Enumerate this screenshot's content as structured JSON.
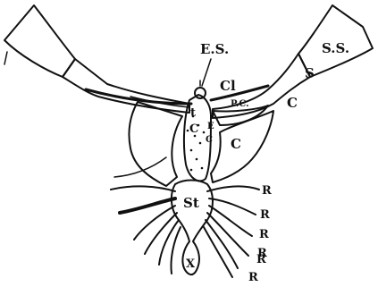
{
  "labels": {
    "es": "E.S.",
    "ss": "S.S.",
    "s": "S",
    "cl": "Cl",
    "pc": "P.C.",
    "c_right": "C",
    "c_lower": "C",
    "t": "t",
    "c_inner": "C",
    "e": "E",
    "c_small": "C",
    "st": "St",
    "x": "X",
    "r1": "R",
    "r2": "R",
    "r3": "R",
    "r4": "R",
    "r5": "R",
    "r6": "R"
  },
  "colors": {
    "ink": "#111111",
    "paper": "#ffffff"
  }
}
